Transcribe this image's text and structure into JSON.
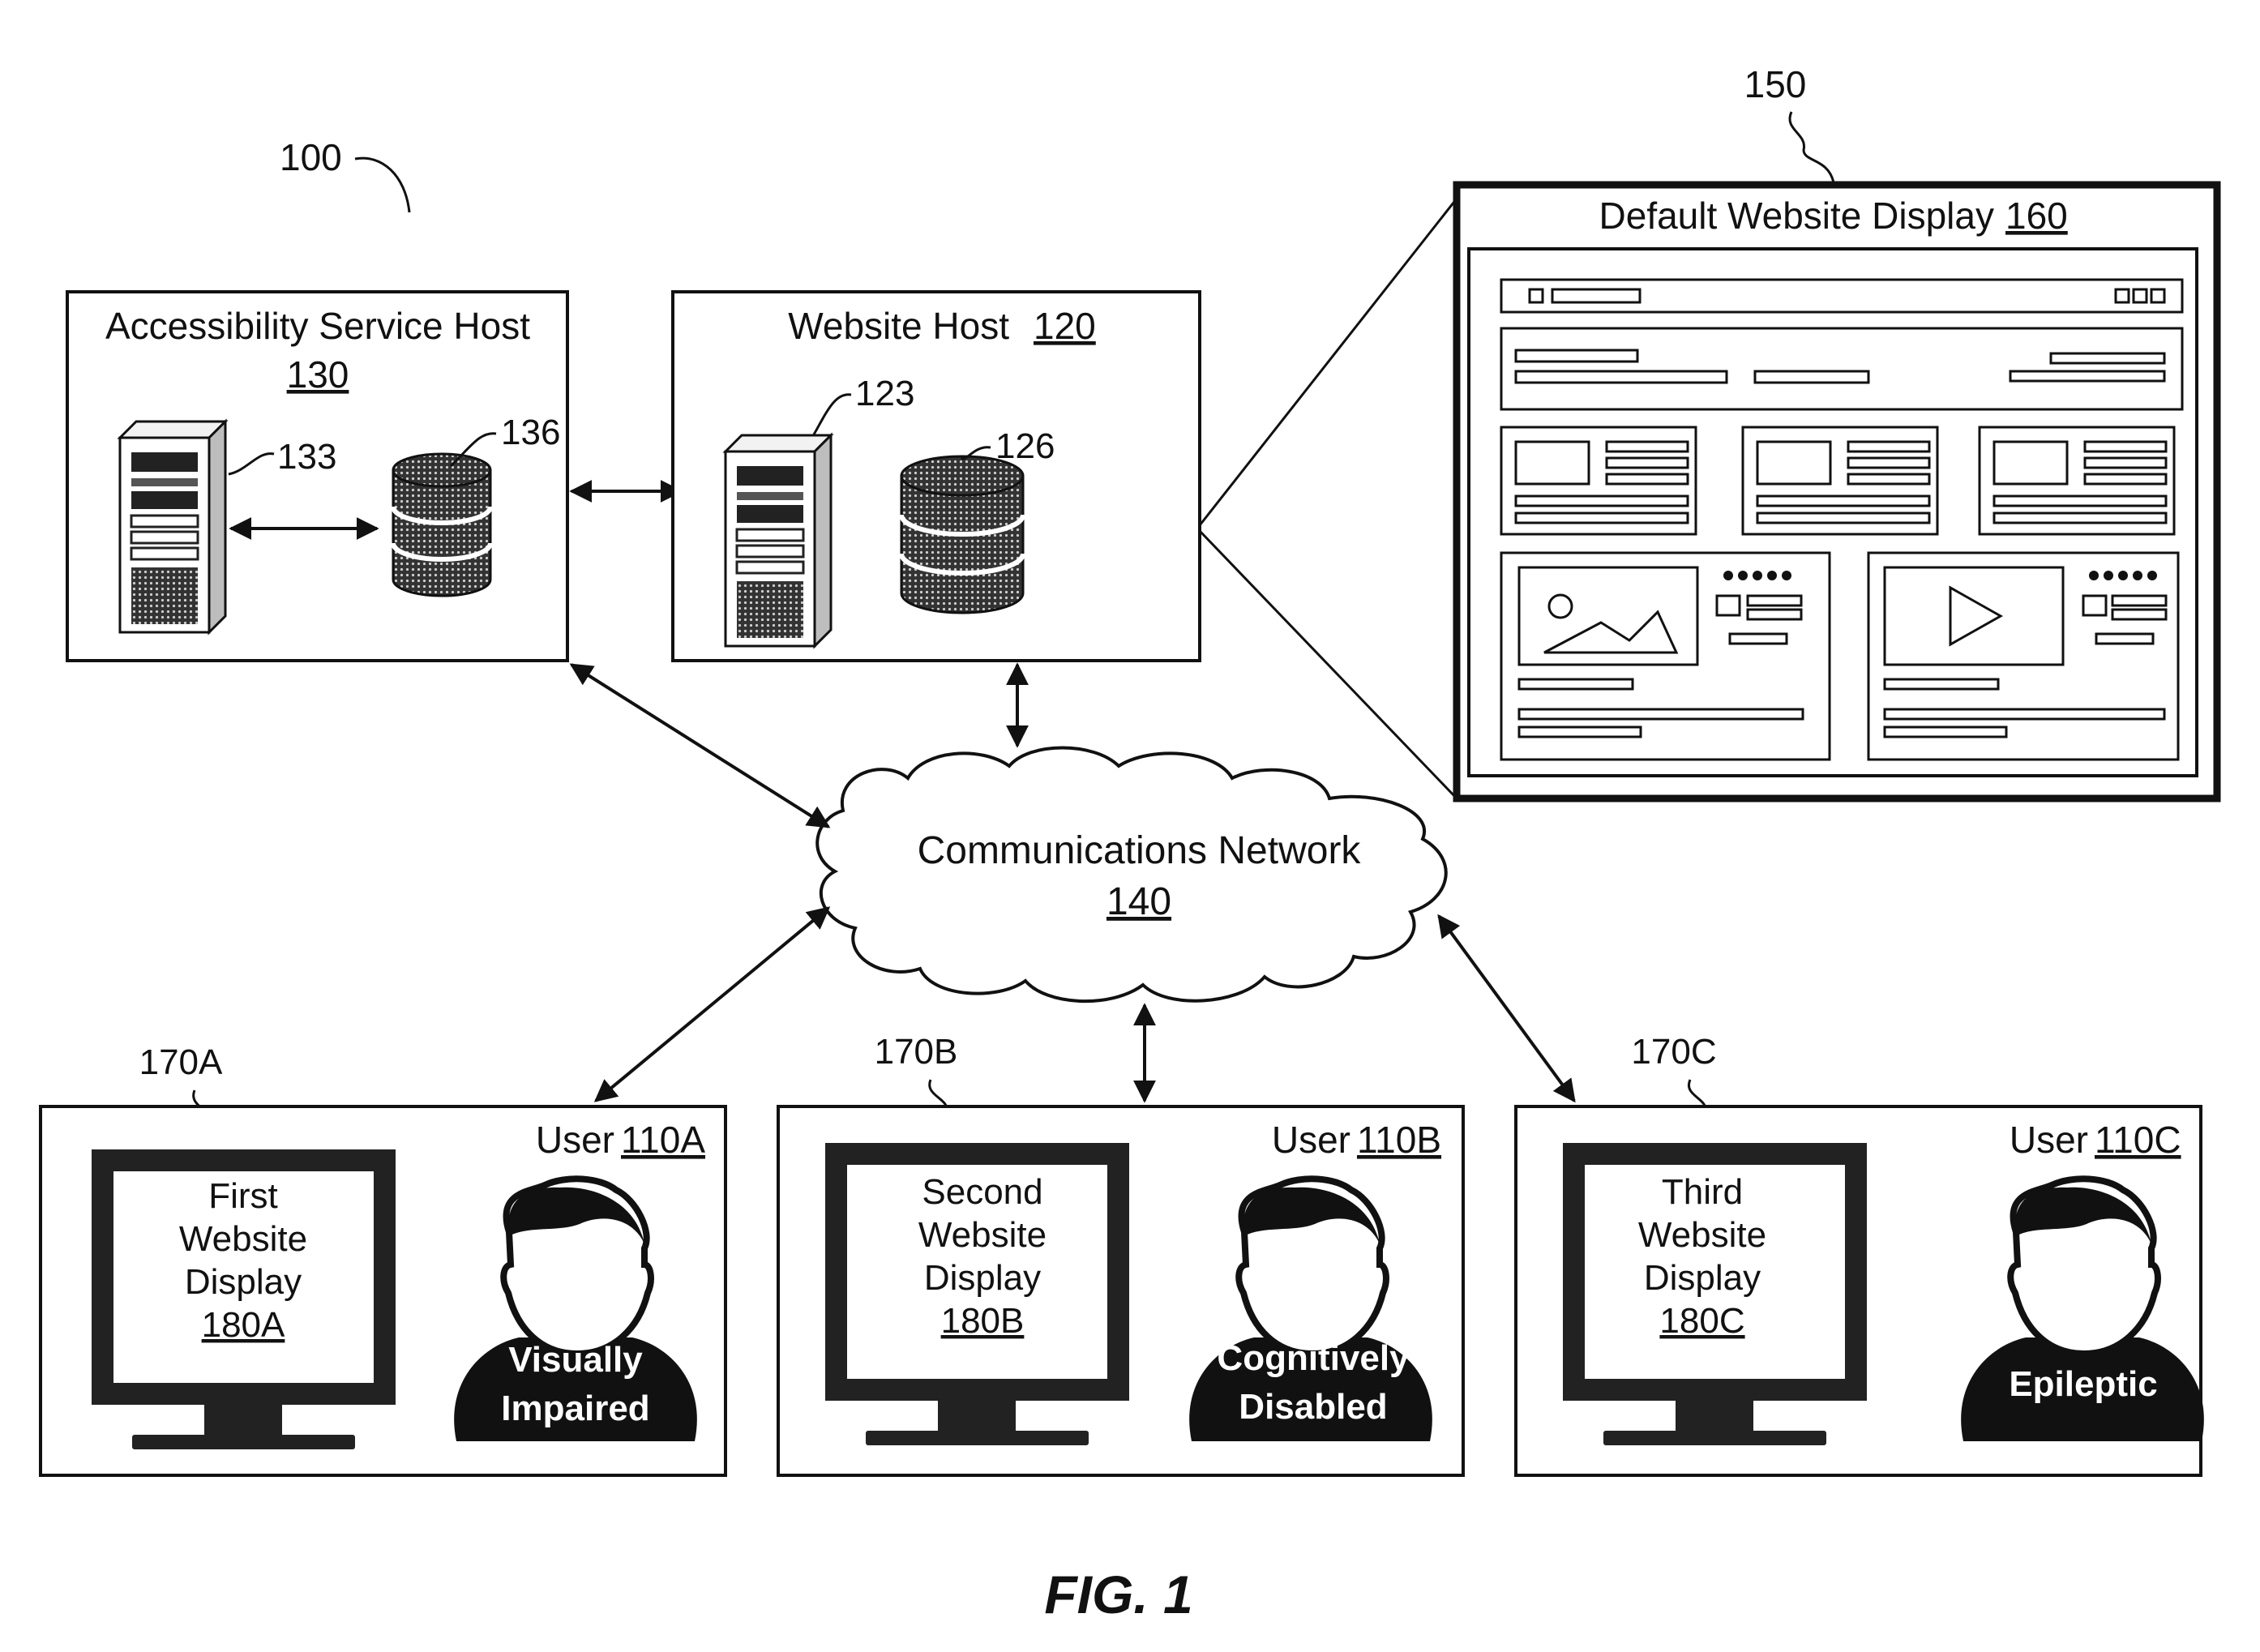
{
  "figure": {
    "system_ref": "100",
    "caption": "FIG. 1"
  },
  "accessibility_host": {
    "title": "Accessibility Service Host",
    "ref": "130",
    "server_ref": "133",
    "database_ref": "136"
  },
  "website_host": {
    "title": "Website Host",
    "ref": "120",
    "server_ref": "123",
    "database_ref": "126"
  },
  "default_display": {
    "callout_ref": "150",
    "title": "Default Website Display",
    "ref": "160"
  },
  "network": {
    "title": "Communications Network",
    "ref": "140"
  },
  "users": [
    {
      "device_ref": "170A",
      "user_label": "User",
      "user_ref": "110A",
      "display_lines": [
        "First",
        "Website",
        "Display"
      ],
      "display_ref": "180A",
      "condition_lines": [
        "Visually",
        "Impaired"
      ]
    },
    {
      "device_ref": "170B",
      "user_label": "User",
      "user_ref": "110B",
      "display_lines": [
        "Second",
        "Website",
        "Display"
      ],
      "display_ref": "180B",
      "condition_lines": [
        "Cognitively",
        "Disabled"
      ]
    },
    {
      "device_ref": "170C",
      "user_label": "User",
      "user_ref": "110C",
      "display_lines": [
        "Third",
        "Website",
        "Display"
      ],
      "display_ref": "180C",
      "condition_lines": [
        "Epileptic"
      ]
    }
  ]
}
